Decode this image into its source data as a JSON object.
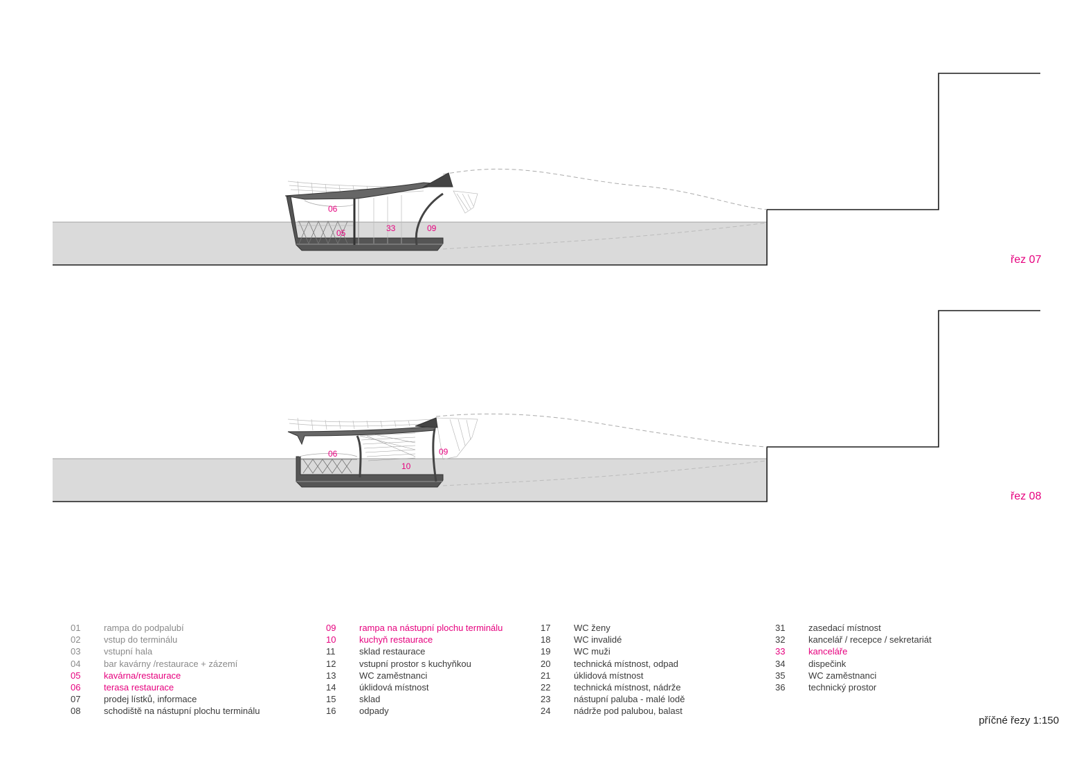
{
  "sections": [
    {
      "title": "řez 07",
      "room_tags": [
        "06",
        "05",
        "33",
        "09"
      ]
    },
    {
      "title": "řez 08",
      "room_tags": [
        "06",
        "09",
        "10"
      ]
    }
  ],
  "legend": {
    "columns": [
      [
        {
          "num": "01",
          "label": "rampa do podpalubí",
          "style": "gray"
        },
        {
          "num": "02",
          "label": "vstup do terminálu",
          "style": "gray"
        },
        {
          "num": "03",
          "label": "vstupní hala",
          "style": "gray"
        },
        {
          "num": "04",
          "label": "bar kavárny /restaurace + zázemí",
          "style": "gray"
        },
        {
          "num": "05",
          "label": "kavárna/restaurace",
          "style": "hl"
        },
        {
          "num": "06",
          "label": "terasa restaurace",
          "style": "hl"
        },
        {
          "num": "07",
          "label": "prodej lístků, informace",
          "style": "dark"
        },
        {
          "num": "08",
          "label": "schodiště na nástupní plochu terminálu",
          "style": "dark"
        }
      ],
      [
        {
          "num": "09",
          "label": "rampa na nástupní plochu terminálu",
          "style": "hl"
        },
        {
          "num": "10",
          "label": "kuchyň restaurace",
          "style": "hl"
        },
        {
          "num": "11",
          "label": "sklad restaurace",
          "style": "dark"
        },
        {
          "num": "12",
          "label": "vstupní prostor s kuchyňkou",
          "style": "dark"
        },
        {
          "num": "13",
          "label": "WC zaměstnanci",
          "style": "dark"
        },
        {
          "num": "14",
          "label": "úklidová místnost",
          "style": "dark"
        },
        {
          "num": "15",
          "label": "sklad",
          "style": "dark"
        },
        {
          "num": "16",
          "label": "odpady",
          "style": "dark"
        }
      ],
      [
        {
          "num": "17",
          "label": "WC ženy",
          "style": "dark"
        },
        {
          "num": "18",
          "label": "WC invalidé",
          "style": "dark"
        },
        {
          "num": "19",
          "label": "WC muži",
          "style": "dark"
        },
        {
          "num": "20",
          "label": "technická místnost, odpad",
          "style": "dark"
        },
        {
          "num": "21",
          "label": "úklidová místnost",
          "style": "dark"
        },
        {
          "num": "22",
          "label": "technická místnost, nádrže",
          "style": "dark"
        },
        {
          "num": "23",
          "label": "nástupní paluba - malé lodě",
          "style": "dark"
        },
        {
          "num": "24",
          "label": "nádrže pod palubou, balast",
          "style": "dark"
        }
      ],
      [
        {
          "num": "31",
          "label": "zasedací místnost",
          "style": "dark"
        },
        {
          "num": "32",
          "label": "kancelář / recepce / sekretariát",
          "style": "dark"
        },
        {
          "num": "33",
          "label": "kanceláře",
          "style": "hl"
        },
        {
          "num": "34",
          "label": "dispečink",
          "style": "dark"
        },
        {
          "num": "35",
          "label": "WC zaměstnanci",
          "style": "dark"
        },
        {
          "num": "36",
          "label": "technický prostor",
          "style": "dark"
        }
      ]
    ]
  },
  "scale_label": "příčné řezy 1:150",
  "colors": {
    "highlight": "#e6007e",
    "water": "#dadada",
    "structure": "#555555"
  }
}
